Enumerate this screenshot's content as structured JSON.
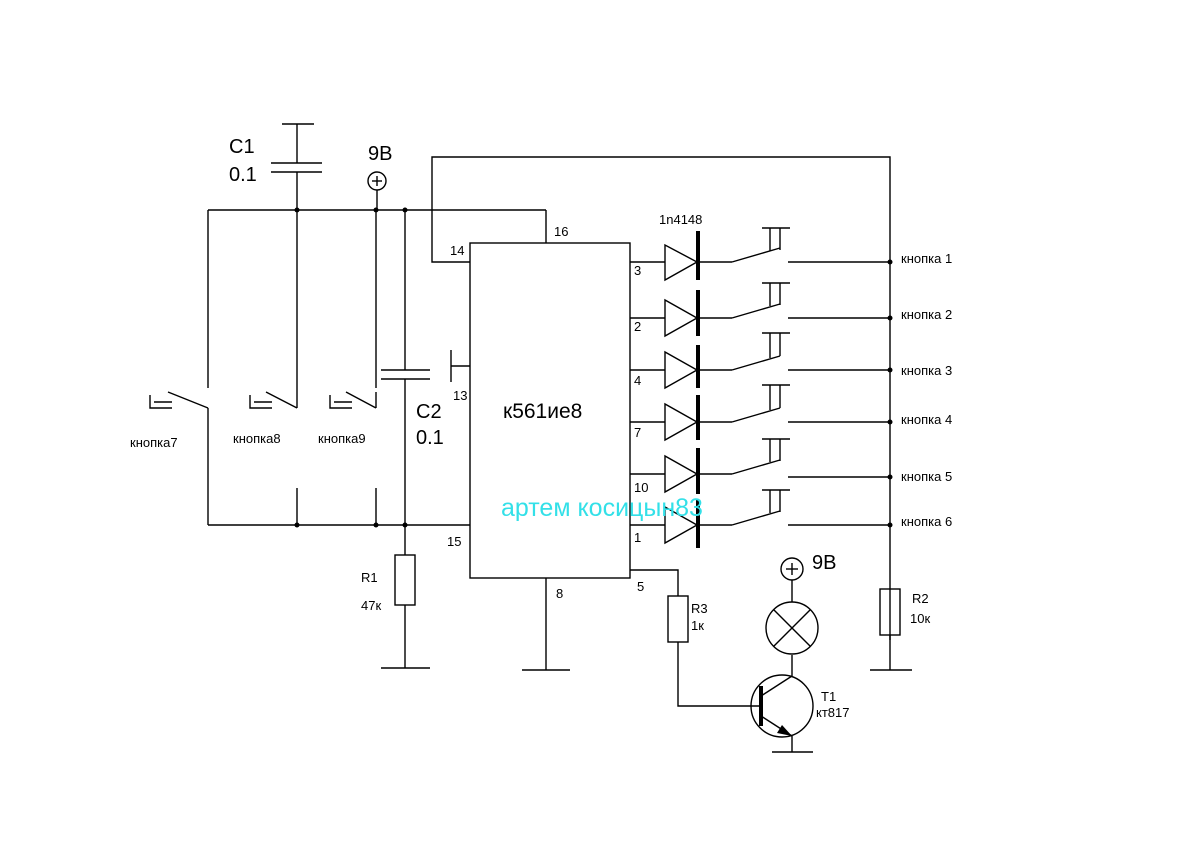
{
  "colors": {
    "line": "#000000",
    "watermark": "#33e0e8",
    "background": "#ffffff"
  },
  "ic": {
    "name": "к561ие8",
    "pins": {
      "p16": "16",
      "p14": "14",
      "p13": "13",
      "p15": "15",
      "p8": "8",
      "p3": "3",
      "p2": "2",
      "p4": "4",
      "p7": "7",
      "p10": "10",
      "p1": "1",
      "p5": "5"
    }
  },
  "caps": {
    "c1": {
      "name": "C1",
      "value": "0.1"
    },
    "c2": {
      "name": "C2",
      "value": "0.1"
    }
  },
  "supply": {
    "top": "9В",
    "lamp": "9В"
  },
  "diode_part": "1n4148",
  "buttons_right": [
    "кнопка 1",
    "кнопка 2",
    "кнопка 3",
    "кнопка 4",
    "кнопка 5",
    "кнопка 6"
  ],
  "buttons_left": [
    "кнопка7",
    "кнопка8",
    "кнопка9"
  ],
  "resistors": {
    "r1": {
      "name": "R1",
      "value": "47к"
    },
    "r2": {
      "name": "R2",
      "value": "10к"
    },
    "r3": {
      "name": "R3",
      "value": "1к"
    }
  },
  "transistor": {
    "name": "T1",
    "part": "кт817"
  },
  "watermark": "артем косицын83"
}
